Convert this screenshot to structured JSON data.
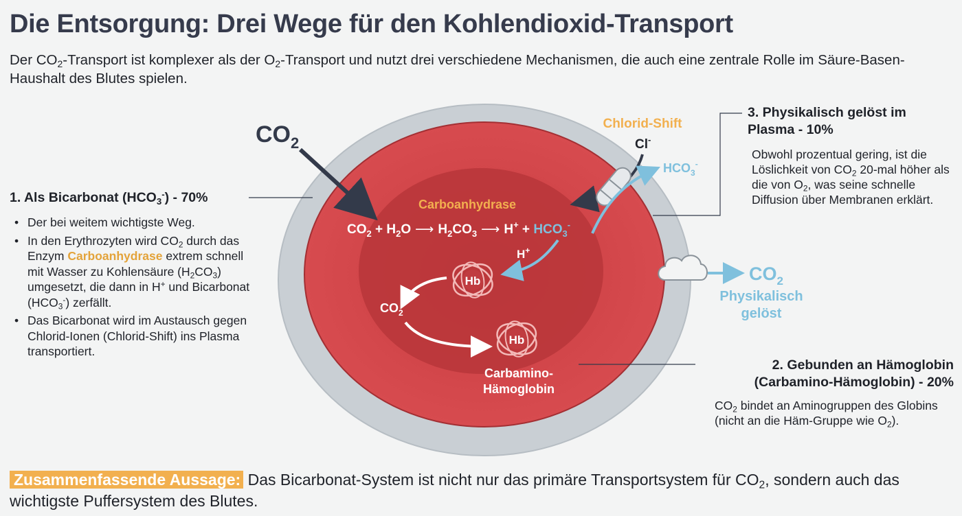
{
  "title": "Die Entsorgung: Drei Wege für den Kohlendioxid-Transport",
  "intro": {
    "t1": "Der CO",
    "s1": "2",
    "t2": "-Transport ist komplexer als der O",
    "s2": "2",
    "t3": "-Transport und nutzt drei verschiedene Mechanismen, die auch eine zentrale Rolle im Säure-Basen-Haushalt des Blutes spielen."
  },
  "section1": {
    "title_pre": "1. Als Bicarbonat (HCO",
    "title_sub": "3",
    "title_sup": "-",
    "title_post": ") - 70%",
    "b1": "Der bei weitem wichtigste Weg.",
    "b2_a": "In den Erythrozyten wird CO",
    "b2_s": "2",
    "b2_b": " durch das Enzym ",
    "b2_hl": "Carboanhydrase",
    "b2_c": " extrem schnell mit Wasser zu Kohlensäure (H",
    "b2_s2": "2",
    "b2_d": "CO",
    "b2_s3": "3",
    "b2_e": ") umgesetzt, die dann in H",
    "b2_sup": "+",
    "b2_f": " und Bicarbonat (HCO",
    "b2_s4": "3",
    "b2_sup2": "-",
    "b2_g": ") zerfällt.",
    "b3": "Das Bicarbonat wird im Austausch gegen Chlorid-Ionen (Chlorid-Shift) ins Plasma transportiert."
  },
  "section2": {
    "title_l1": "2. Gebunden an Hämoglobin",
    "title_l2": "(Carbamino-Hämoglobin) - 20%",
    "d_a": "CO",
    "d_s": "2",
    "d_b": " bindet an Aminogruppen des Globins (nicht an die Häm-Gruppe wie O",
    "d_s2": "2",
    "d_c": ")."
  },
  "section3": {
    "title_l1": "3. Physikalisch gelöst im",
    "title_l2": "Plasma - 10%",
    "d_a": "Obwohl prozentual gering, ist die Löslichkeit von CO",
    "d_s": "2",
    "d_b": " 20-mal höher als die von O",
    "d_s2": "2",
    "d_c": ", was seine schnelle Diffusion über Membranen erklärt."
  },
  "diagram": {
    "co2_in": "CO",
    "co2_in_sub": "2",
    "enzyme": "Carboanhydrase",
    "eq_co2": "CO",
    "sub2": "2",
    "sub3": "3",
    "eq_plus_h2o": " + H",
    "eq_o": "O",
    "arrow": "⟶",
    "eq_h2": "H",
    "eq_co3": "CO",
    "eq_h": "H",
    "plus": "+",
    "plus_sep": " + ",
    "eq_hco": "HCO",
    "minus": "-",
    "h_plus": "H",
    "hb": "Hb",
    "co2_inner": "CO",
    "carbamino_l1": "Carbamino-",
    "carbamino_l2": "Hämoglobin",
    "chlorid_shift": "Chlorid-Shift",
    "cl": "Cl",
    "hco3_out": "HCO",
    "co2_out": "CO",
    "phys_l1": "Physikalisch",
    "phys_l2": "gelöst"
  },
  "summary": {
    "label": "Zusammenfassende Aussage:",
    "text_a": " Das Bicarbonat-System ist nicht nur das primäre Transportsystem für CO",
    "text_s": "2",
    "text_b": ", sondern auch das wichtigste Puffersystem des Blutes."
  },
  "colors": {
    "title": "#363b4c",
    "cell_outer": "#c9cfd4",
    "cell_red": "#d2454a",
    "cell_inner": "#b83639",
    "enzyme": "#f2b04f",
    "bicarbonate_blue": "#7fc0dd",
    "arrow_dark": "#333a4a",
    "highlight": "#f2b04f"
  },
  "icons": [
    "cloud-icon",
    "hemoglobin-icon",
    "membrane-channel-icon"
  ]
}
